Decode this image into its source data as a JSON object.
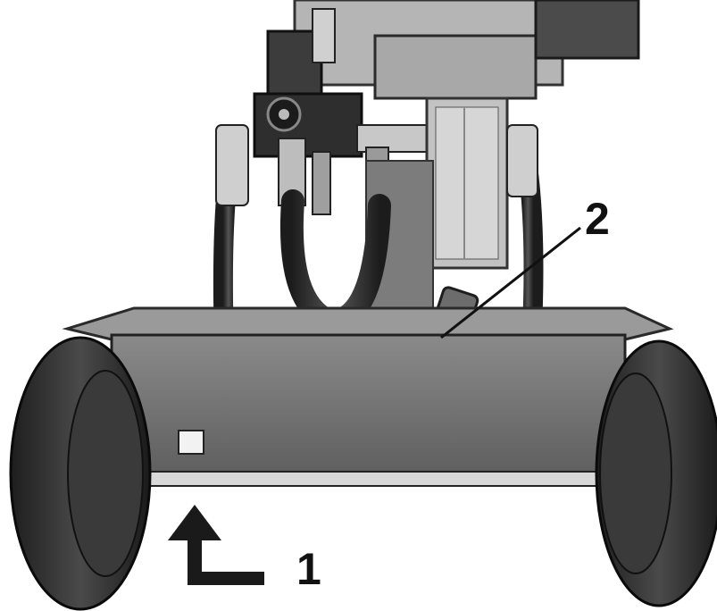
{
  "figure": {
    "subject": "hydraulic-cart-assembly",
    "callouts": [
      {
        "label": "1"
      },
      {
        "label": "2"
      }
    ],
    "colors": {
      "background": "#ffffff",
      "frame": "#6f6f6f",
      "frame_dark": "#3a3a3a",
      "metal_light": "#bdbdbd",
      "tire": "#2a2a2a",
      "ink": "#111111"
    }
  }
}
